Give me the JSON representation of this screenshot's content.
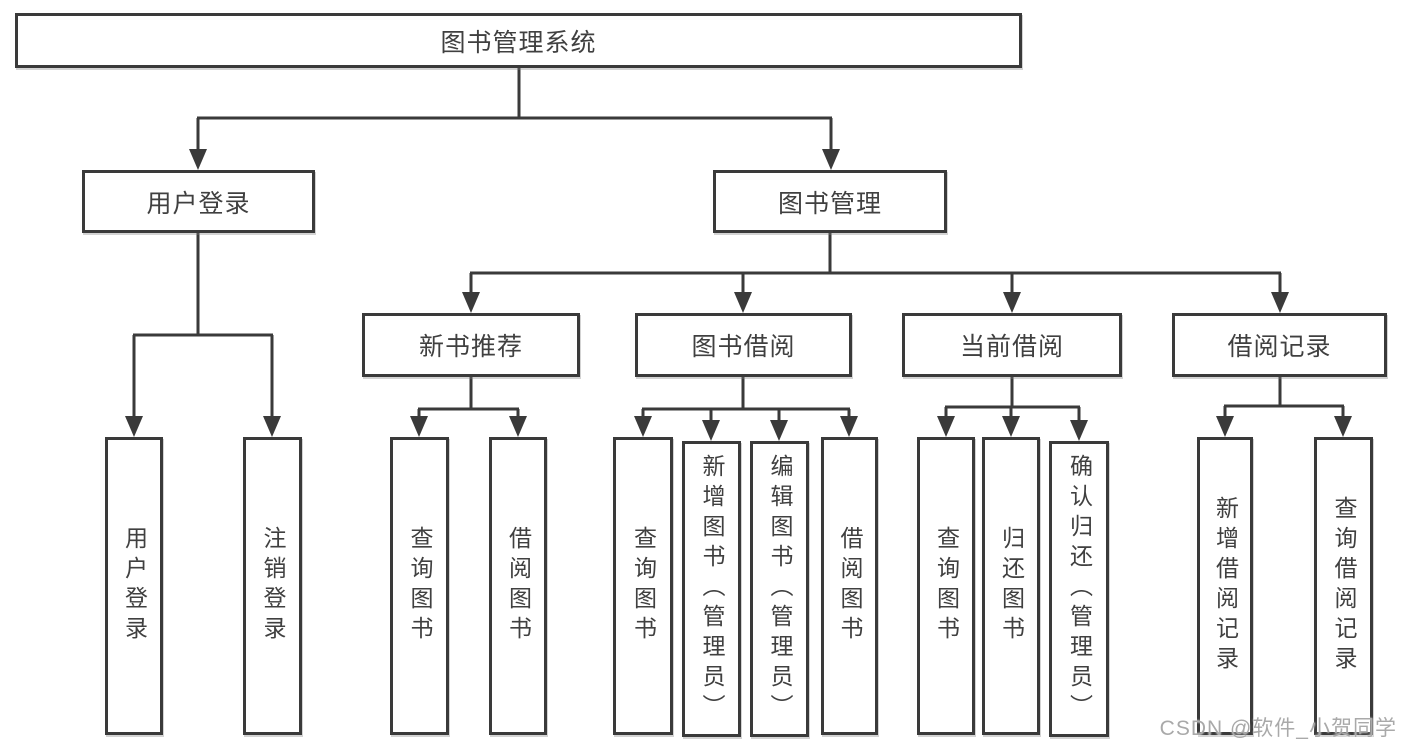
{
  "tree": {
    "root": "图书管理系统",
    "children": [
      {
        "label": "用户登录",
        "children": [
          "用户登录",
          "注销登录"
        ]
      },
      {
        "label": "图书管理",
        "children": [
          {
            "label": "新书推荐",
            "children": [
              "查询图书",
              "借阅图书"
            ]
          },
          {
            "label": "图书借阅",
            "children": [
              "查询图书",
              "新增图书（管理员）",
              "编辑图书（管理员）",
              "借阅图书"
            ]
          },
          {
            "label": "当前借阅",
            "children": [
              "查询图书",
              "归还图书",
              "确认归还（管理员）"
            ]
          },
          {
            "label": "借阅记录",
            "children": [
              "新增借阅记录",
              "查询借阅记录"
            ]
          }
        ]
      }
    ]
  },
  "watermark": "CSDN @软件_小贺同学",
  "colors": {
    "line": "#3a3a3a",
    "box_border": "#3a3a3a",
    "text": "#404040",
    "background": "#ffffff",
    "watermark": "#a9a9a9"
  }
}
